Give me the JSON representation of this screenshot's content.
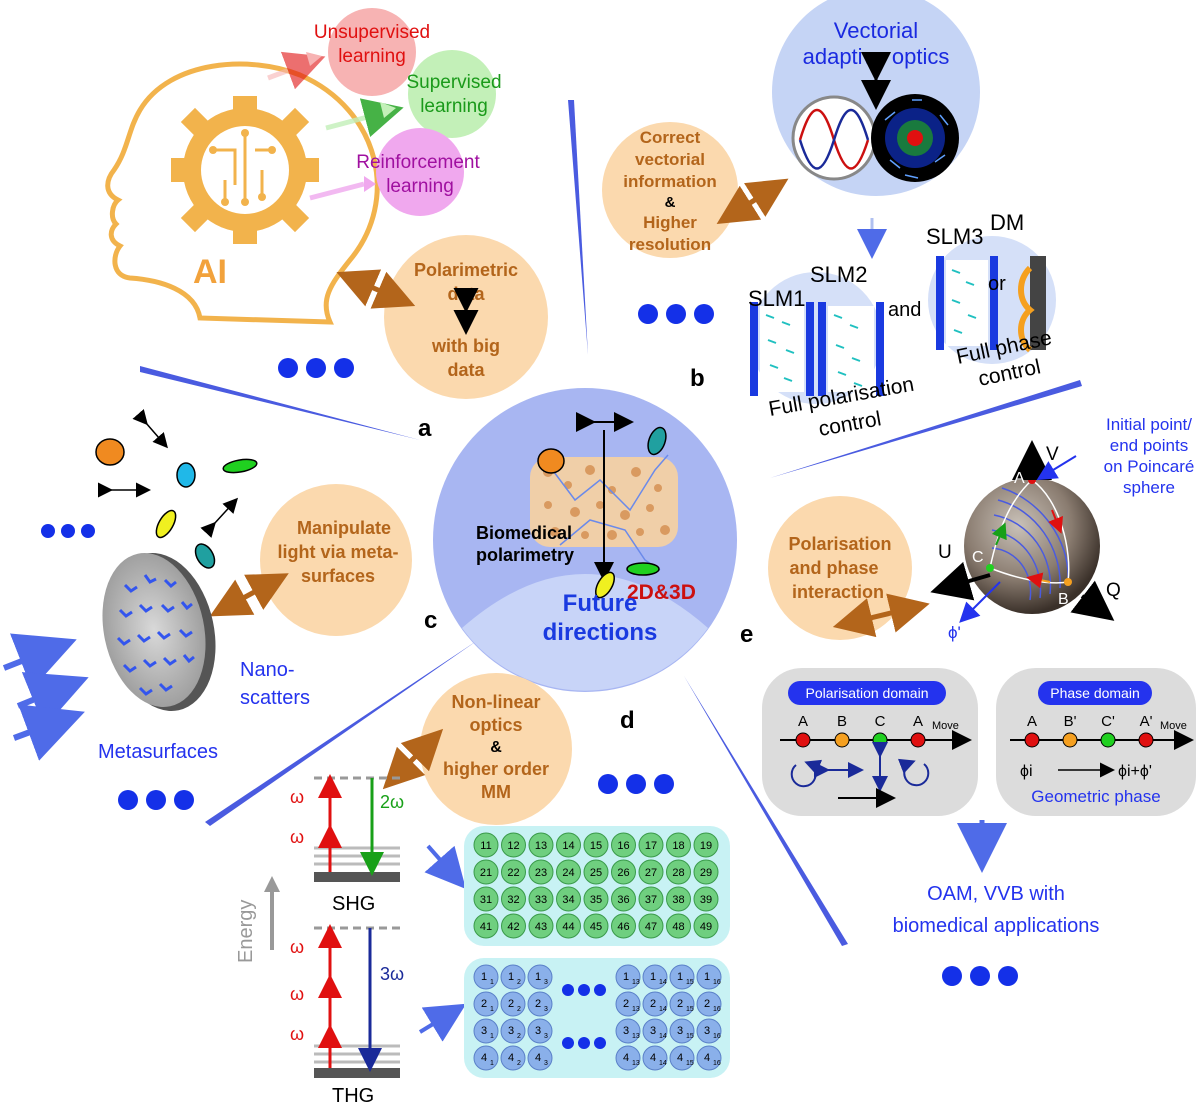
{
  "panels": {
    "a": "a",
    "b": "b",
    "c": "c",
    "d": "d",
    "e": "e"
  },
  "center": {
    "label_line1": "Biomedical",
    "label_line2": "polarimetry",
    "dims": "2D&3D",
    "future_line1": "Future",
    "future_line2": "directions"
  },
  "ai": {
    "label": "AI",
    "unsup_1": "Unsupervised",
    "unsup_2": "learning",
    "sup_1": "Supervised",
    "sup_2": "learning",
    "reinf_1": "Reinforcement",
    "reinf_2": "learning",
    "polar_1": "Polarimetric",
    "polar_2": "data",
    "polar_3": "with big",
    "polar_4": "data"
  },
  "ao": {
    "title_1": "Vectorial",
    "title_2": "adaptive optics",
    "correct_1": "Correct",
    "correct_2": "vectorial",
    "correct_3": "information",
    "correct_4": "&",
    "correct_5": "Higher",
    "correct_6": "resolution",
    "slm1": "SLM1",
    "slm2": "SLM2",
    "and": "and",
    "slm3": "SLM3",
    "dm": "DM",
    "or": "or",
    "full_pol_1": "Full polarisation",
    "full_pol_2": "control",
    "full_phase_1": "Full phase",
    "full_phase_2": "control"
  },
  "meta": {
    "manip_1": "Manipulate",
    "manip_2": "light via meta-",
    "manip_3": "surfaces",
    "nano_1": "Nano-",
    "nano_2": "scatters",
    "metasurfaces": "Metasurfaces"
  },
  "nlo": {
    "nlo_1": "Non-linear",
    "nlo_2": "optics",
    "nlo_3": "&",
    "nlo_4": "higher order",
    "nlo_5": "MM",
    "omega": "ω",
    "two_omega": "2ω",
    "three_omega": "3ω",
    "shg": "SHG",
    "thg": "THG",
    "energy": "Energy",
    "grid1": [
      [
        "11",
        "12",
        "13",
        "14",
        "15",
        "16",
        "17",
        "18",
        "19"
      ],
      [
        "21",
        "22",
        "23",
        "24",
        "25",
        "26",
        "27",
        "28",
        "29"
      ],
      [
        "31",
        "32",
        "33",
        "34",
        "35",
        "36",
        "37",
        "38",
        "39"
      ],
      [
        "41",
        "42",
        "43",
        "44",
        "45",
        "46",
        "47",
        "48",
        "49"
      ]
    ],
    "grid2_rows": [
      "1",
      "2",
      "3",
      "4"
    ],
    "grid2_left_subs": [
      "1",
      "2",
      "3"
    ],
    "grid2_right_subs": [
      "13",
      "14",
      "15",
      "16"
    ]
  },
  "poincare": {
    "initial_1": "Initial point/",
    "initial_2": "end points",
    "initial_3": "on Poincaré",
    "initial_4": "sphere",
    "V": "V",
    "U": "U",
    "Q": "Q",
    "phi": "ϕ'",
    "A": "A",
    "B": "B",
    "C": "C",
    "interact_1": "Polarisation",
    "interact_2": "and phase",
    "interact_3": "interaction",
    "pol_domain": "Polarisation domain",
    "phase_domain": "Phase domain",
    "pts_pol": [
      "A",
      "B",
      "C",
      "A"
    ],
    "pts_phase": [
      "A",
      "B'",
      "C'",
      "A'"
    ],
    "move": "Move",
    "phi_i": "ϕi",
    "phi_sum": "ϕi+ϕ'",
    "geo": "Geometric phase",
    "oam_1": "OAM, VVB with",
    "oam_2": "biomedical applications"
  },
  "colors": {
    "peach": "#fbd9ae",
    "brown": "#b3651b",
    "blue": "#2433ee",
    "lightblue": "#c5d4f5",
    "center": "#a8b6f2"
  }
}
